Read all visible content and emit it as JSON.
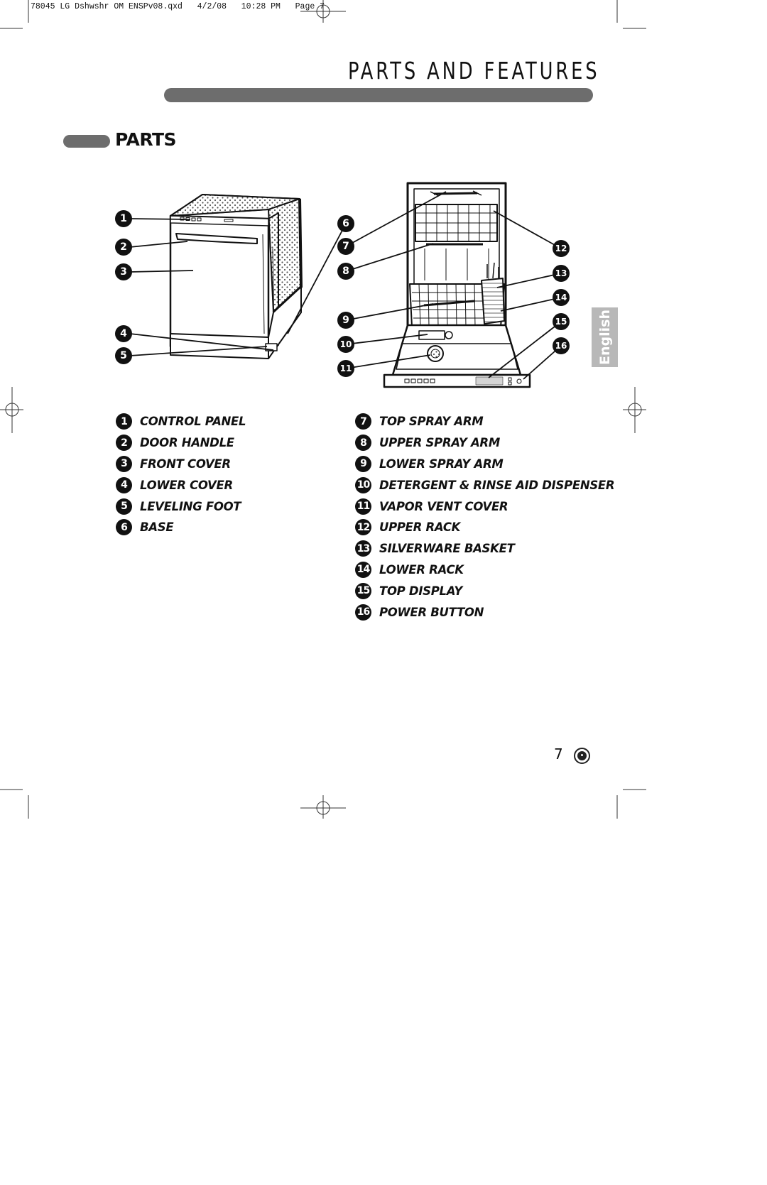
{
  "print_slug": "78045 LG Dshwshr OM ENSPv08.qxd   4/2/08   10:28 PM   Page 7",
  "header": {
    "title": "PARTS AND FEATURES"
  },
  "section": {
    "title": "PARTS"
  },
  "side_tab": {
    "language": "English"
  },
  "diagram_callouts": [
    "1",
    "2",
    "3",
    "4",
    "5",
    "6",
    "7",
    "8",
    "9",
    "10",
    "11",
    "12",
    "13",
    "14",
    "15",
    "16"
  ],
  "parts_left": [
    {
      "num": "1",
      "label": "CONTROL PANEL"
    },
    {
      "num": "2",
      "label": "DOOR HANDLE"
    },
    {
      "num": "3",
      "label": "FRONT COVER"
    },
    {
      "num": "4",
      "label": "LOWER COVER"
    },
    {
      "num": "5",
      "label": "LEVELING FOOT"
    },
    {
      "num": "6",
      "label": "BASE"
    }
  ],
  "parts_right": [
    {
      "num": "7",
      "label": "TOP SPRAY ARM"
    },
    {
      "num": "8",
      "label": "UPPER SPRAY ARM"
    },
    {
      "num": "9",
      "label": "LOWER SPRAY ARM"
    },
    {
      "num": "10",
      "label": "DETERGENT & RINSE AID DISPENSER"
    },
    {
      "num": "11",
      "label": "VAPOR VENT COVER"
    },
    {
      "num": "12",
      "label": "UPPER RACK"
    },
    {
      "num": "13",
      "label": "SILVERWARE BASKET"
    },
    {
      "num": "14",
      "label": "LOWER RACK"
    },
    {
      "num": "15",
      "label": "TOP DISPLAY"
    },
    {
      "num": "16",
      "label": "POWER BUTTON"
    }
  ],
  "footer": {
    "page_number": "7",
    "logo": "lg-logo"
  }
}
